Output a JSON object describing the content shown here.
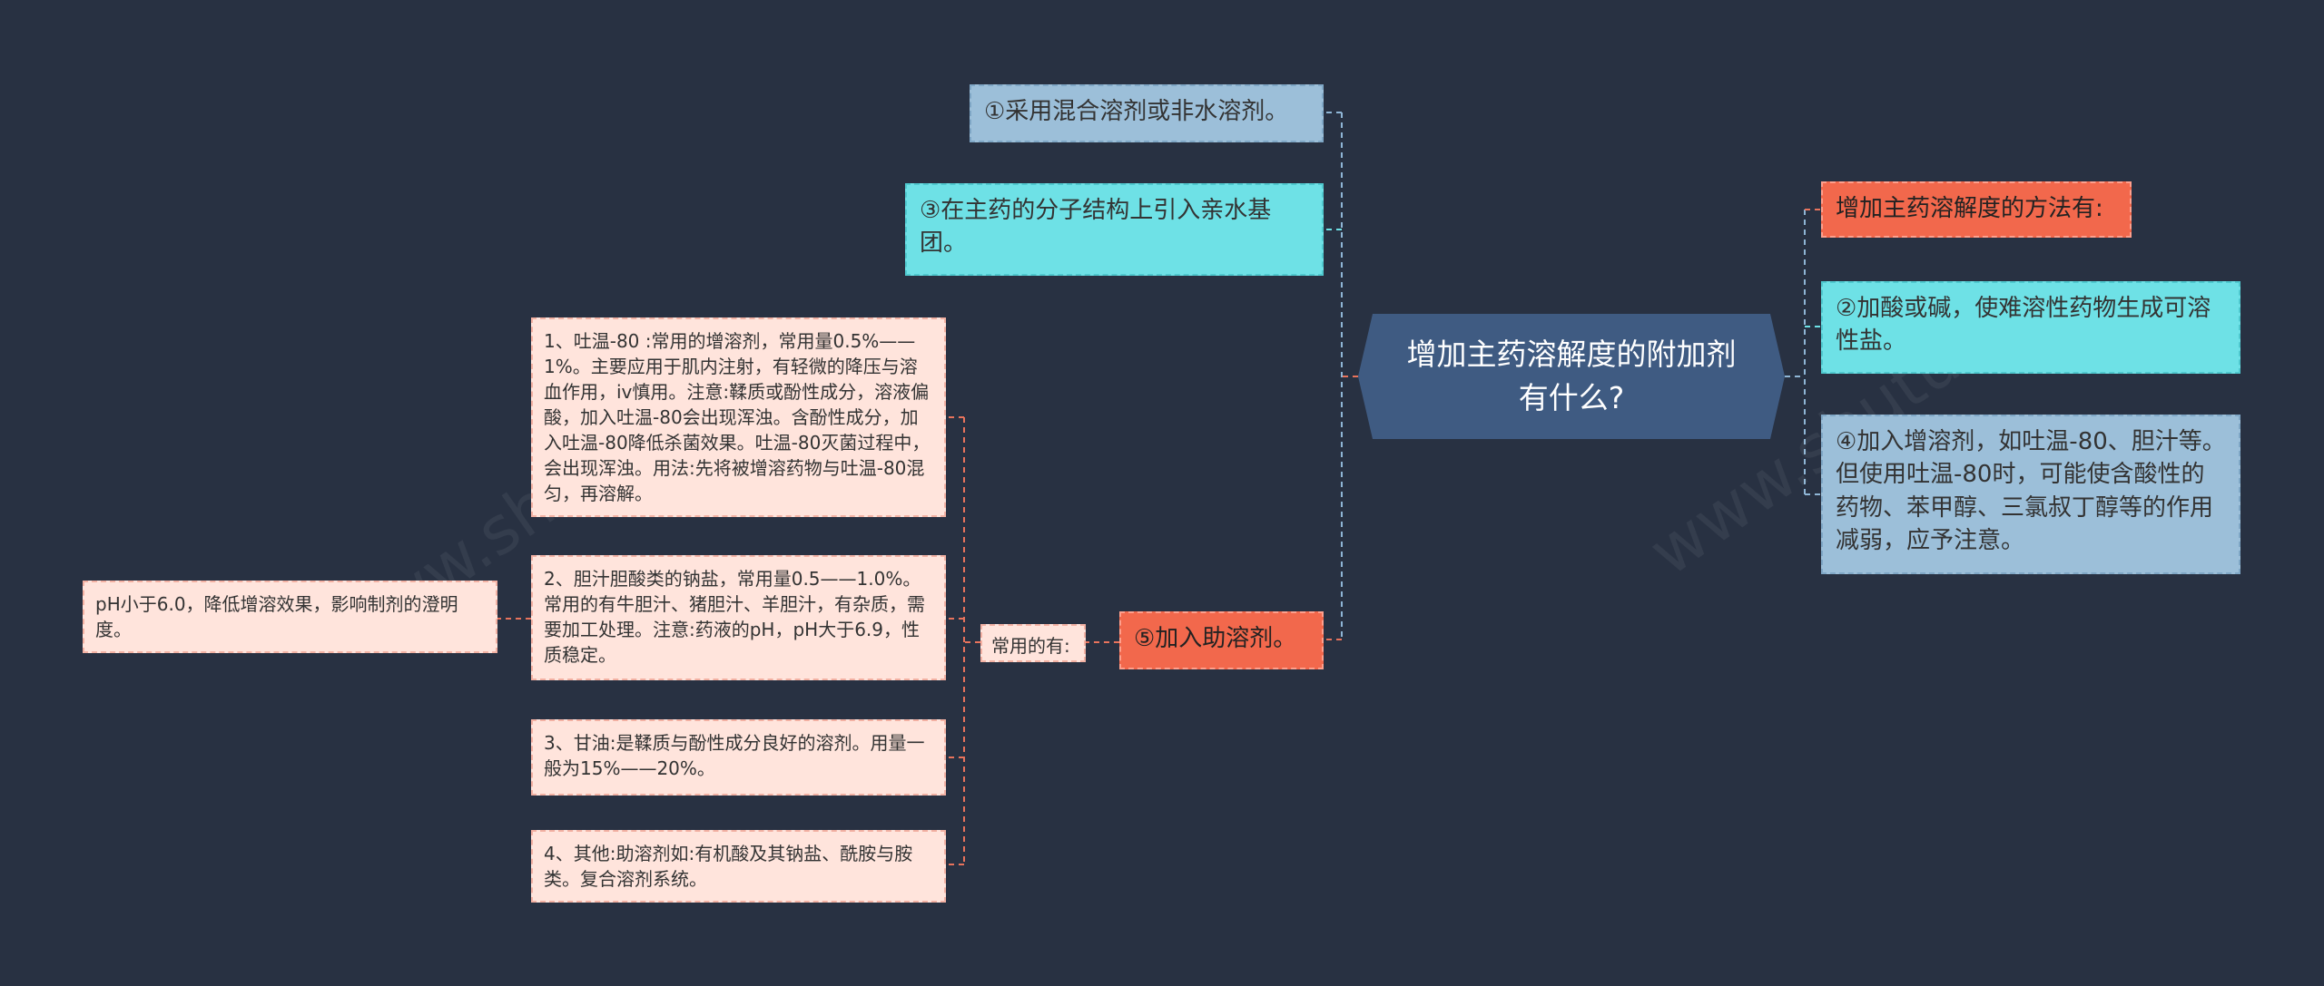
{
  "root": {
    "title": "增加主药溶解度的附加剂有什么?"
  },
  "left_branches": {
    "n1": "①采用混合溶剂或非水溶剂。",
    "n3": "③在主药的分子结构上引入亲水基团。",
    "n5": "⑤加入助溶剂。"
  },
  "cosolvent": {
    "label": "常用的有:",
    "items": [
      "1、吐温-80 :常用的增溶剂，常用量0.5%——1%。主要应用于肌内注射，有轻微的降压与溶血作用，iv慎用。注意:鞣质或酚性成分，溶液偏酸，加入吐温-80会出现浑浊。含酚性成分，加入吐温-80降低杀菌效果。吐温-80灭菌过程中，会出现浑浊。用法:先将被增溶药物与吐温-80混匀，再溶解。",
      "2、胆汁胆酸类的钠盐，常用量0.5——1.0%。常用的有牛胆汁、猪胆汁、羊胆汁，有杂质，需要加工处理。注意:药液的pH，pH大于6.9，性质稳定。",
      "3、甘油:是鞣质与酚性成分良好的溶剂。用量一般为15%——20%。",
      "4、其他:助溶剂如:有机酸及其钠盐、酰胺与胺类。复合溶剂系统。"
    ],
    "ph_note": "pH小于6.0，降低增溶效果，影响制剂的澄明度。"
  },
  "right_branches": {
    "heading": "增加主药溶解度的方法有:",
    "n2": "②加酸或碱，使难溶性药物生成可溶性盐。",
    "n4": "④加入增溶剂，如吐温-80、胆汁等。但使用吐温-80时，可能使含酸性的药物、苯甲醇、三氯叔丁醇等的作用减弱，应予注意。"
  },
  "colors": {
    "background": "#283142",
    "root": "#3f5b82",
    "blue": "#9cbfd9",
    "cyan": "#6ee1e6",
    "red": "#f2684c",
    "pink": "#ffe4dc",
    "line_red": "#e8735c",
    "line_blue": "#8fb6d6"
  }
}
